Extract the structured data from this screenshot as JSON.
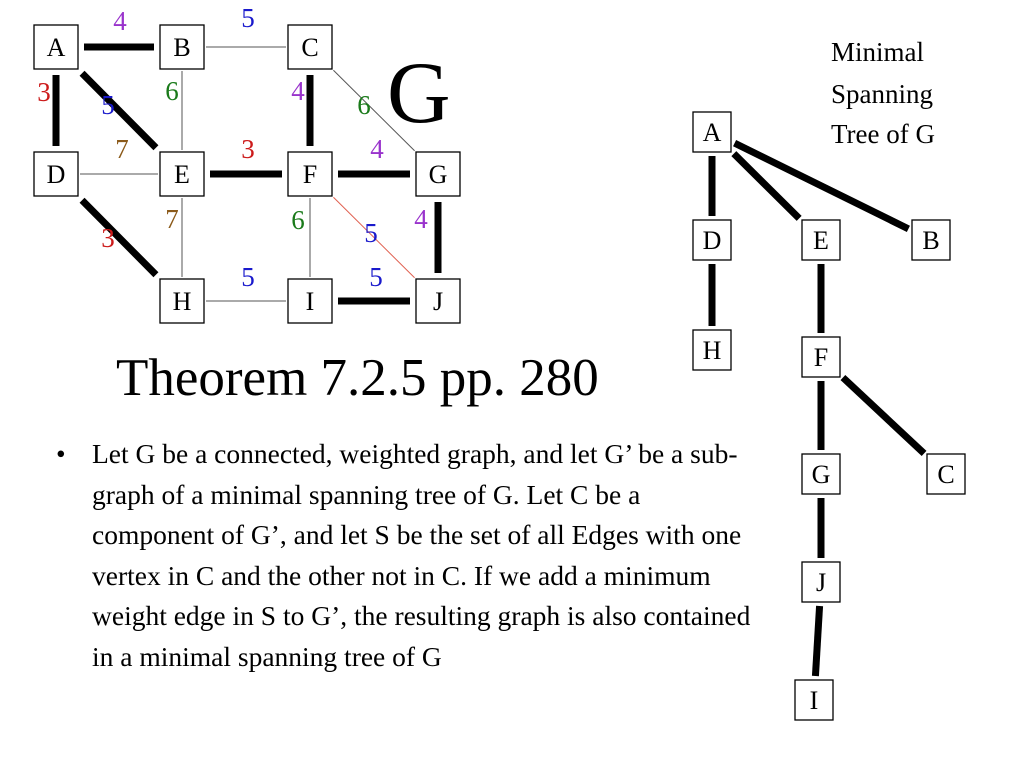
{
  "graph_g": {
    "label": "G",
    "nodes": [
      {
        "id": "A",
        "label": "A"
      },
      {
        "id": "B",
        "label": "B"
      },
      {
        "id": "C",
        "label": "C"
      },
      {
        "id": "D",
        "label": "D"
      },
      {
        "id": "E",
        "label": "E"
      },
      {
        "id": "F",
        "label": "F"
      },
      {
        "id": "G",
        "label": "G"
      },
      {
        "id": "H",
        "label": "H"
      },
      {
        "id": "I",
        "label": "I"
      },
      {
        "id": "J",
        "label": "J"
      }
    ],
    "edges": [
      {
        "from": "A",
        "to": "B",
        "weight": "4",
        "in_mst": true,
        "weight_color": "#9933cc"
      },
      {
        "from": "B",
        "to": "C",
        "weight": "5",
        "in_mst": false,
        "weight_color": "#1a1acc"
      },
      {
        "from": "A",
        "to": "D",
        "weight": "3",
        "in_mst": true,
        "weight_color": "#cc1a1a"
      },
      {
        "from": "A",
        "to": "E",
        "weight": "5",
        "in_mst": true,
        "weight_color": "#1a1acc"
      },
      {
        "from": "B",
        "to": "E",
        "weight": "6",
        "in_mst": false,
        "weight_color": "#1a7a1a"
      },
      {
        "from": "C",
        "to": "F",
        "weight": "4",
        "in_mst": true,
        "weight_color": "#9933cc"
      },
      {
        "from": "C",
        "to": "G",
        "weight": "6",
        "in_mst": false,
        "weight_color": "#1a7a1a"
      },
      {
        "from": "D",
        "to": "E",
        "weight": "7",
        "in_mst": false,
        "weight_color": "#8b5a1a"
      },
      {
        "from": "E",
        "to": "F",
        "weight": "3",
        "in_mst": true,
        "weight_color": "#cc1a1a"
      },
      {
        "from": "F",
        "to": "G",
        "weight": "4",
        "in_mst": true,
        "weight_color": "#9933cc"
      },
      {
        "from": "D",
        "to": "H",
        "weight": "3",
        "in_mst": true,
        "weight_color": "#cc1a1a"
      },
      {
        "from": "E",
        "to": "H",
        "weight": "7",
        "in_mst": false,
        "weight_color": "#8b5a1a"
      },
      {
        "from": "F",
        "to": "I",
        "weight": "6",
        "in_mst": false,
        "weight_color": "#1a7a1a"
      },
      {
        "from": "F",
        "to": "J",
        "weight": "5",
        "in_mst": false,
        "weight_color": "#1a1acc",
        "line_color": "#e06050"
      },
      {
        "from": "G",
        "to": "J",
        "weight": "4",
        "in_mst": true,
        "weight_color": "#9933cc"
      },
      {
        "from": "H",
        "to": "I",
        "weight": "5",
        "in_mst": false,
        "weight_color": "#1a1acc"
      },
      {
        "from": "I",
        "to": "J",
        "weight": "5",
        "in_mst": true,
        "weight_color": "#1a1acc"
      }
    ]
  },
  "mst": {
    "title_lines": [
      "Minimal",
      "Spanning",
      "Tree of G"
    ],
    "nodes": [
      {
        "id": "A",
        "label": "A"
      },
      {
        "id": "D",
        "label": "D"
      },
      {
        "id": "E",
        "label": "E"
      },
      {
        "id": "B",
        "label": "B"
      },
      {
        "id": "H",
        "label": "H"
      },
      {
        "id": "F",
        "label": "F"
      },
      {
        "id": "C",
        "label": "C"
      },
      {
        "id": "G",
        "label": "G"
      },
      {
        "id": "J",
        "label": "J"
      },
      {
        "id": "I",
        "label": "I"
      }
    ],
    "edges": [
      {
        "from": "A",
        "to": "D"
      },
      {
        "from": "A",
        "to": "E"
      },
      {
        "from": "A",
        "to": "B"
      },
      {
        "from": "D",
        "to": "H"
      },
      {
        "from": "E",
        "to": "F"
      },
      {
        "from": "F",
        "to": "C"
      },
      {
        "from": "F",
        "to": "G"
      },
      {
        "from": "G",
        "to": "J"
      },
      {
        "from": "J",
        "to": "I"
      }
    ]
  },
  "heading": "Theorem 7.2.5 pp. 280",
  "bullet": "•",
  "body": "Let G be a connected, weighted graph, and let G’ be a sub-graph of a minimal spanning tree of G.  Let C be a component of G’, and let S be the set of all Edges with one vertex in C and the other not in C. If we add a minimum weight edge in S to G’, the resulting graph is also contained in a minimal spanning tree of G"
}
